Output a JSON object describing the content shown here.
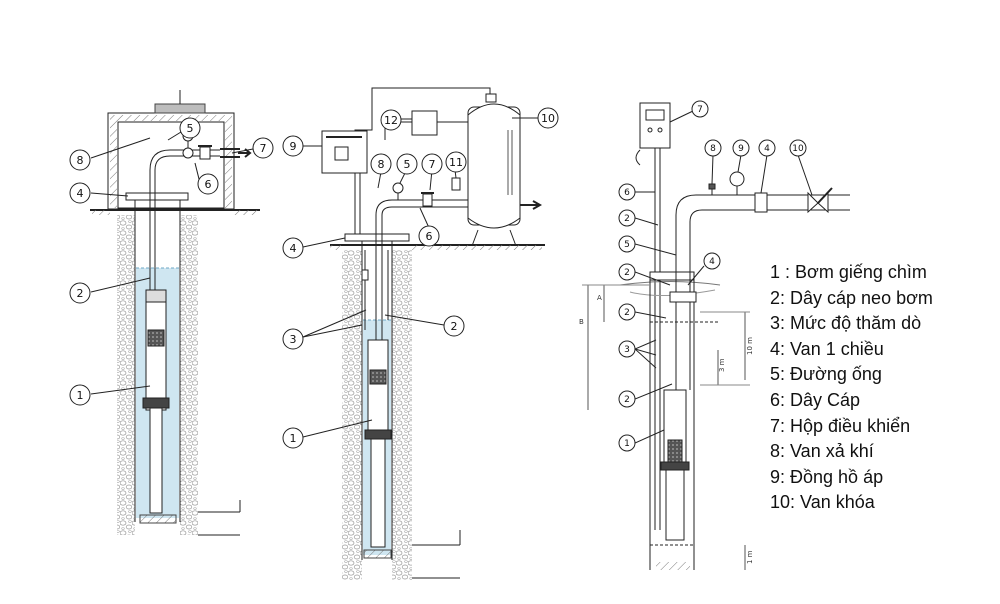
{
  "colors": {
    "water": "#cfe6f1",
    "line": "#222222",
    "gravel": "#c7c7c7",
    "ground": "#777777"
  },
  "callouts": {
    "d1": [
      "8",
      "5",
      "7",
      "6",
      "4",
      "2",
      "1"
    ],
    "d2": [
      "12",
      "10",
      "9",
      "8",
      "5",
      "7",
      "11",
      "6",
      "4",
      "3",
      "2",
      "1"
    ],
    "d3": [
      "7",
      "8",
      "9",
      "4",
      "10",
      "6",
      "2",
      "5",
      "2",
      "4",
      "2",
      "3",
      "2",
      "1"
    ]
  },
  "measure_labels": {
    "a": "A",
    "b": "B",
    "three_m": "3 m",
    "ten_m": "10 m",
    "one_m": "1 m"
  },
  "legend": [
    "1 : Bơm giếng chìm",
    "2: Dây cáp neo bơm",
    "3: Mức độ thăm dò",
    "4: Van 1 chiều",
    "5: Đường ống",
    "6: Dây Cáp",
    "7: Hộp điều khiển",
    "8: Van xả khí",
    "9: Đồng hồ áp",
    "10: Van khóa"
  ]
}
